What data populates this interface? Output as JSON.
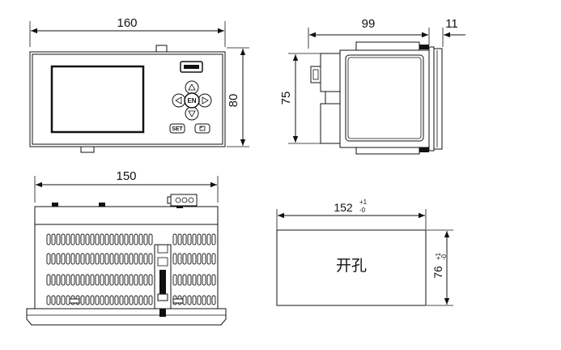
{
  "front_view": {
    "width_label": "160",
    "height_label": "80",
    "buttons": {
      "enter": "EN",
      "set": "SET"
    }
  },
  "side_view": {
    "depth_label": "99",
    "bezel_label": "11",
    "height_label": "75"
  },
  "top_view": {
    "width_label": "150"
  },
  "cutout": {
    "width_label": "152",
    "width_tol_plus": "+1",
    "width_tol_minus": "-0",
    "height_label": "76",
    "height_tol_plus": "+1",
    "height_tol_minus": "-0",
    "text": "开孔"
  }
}
